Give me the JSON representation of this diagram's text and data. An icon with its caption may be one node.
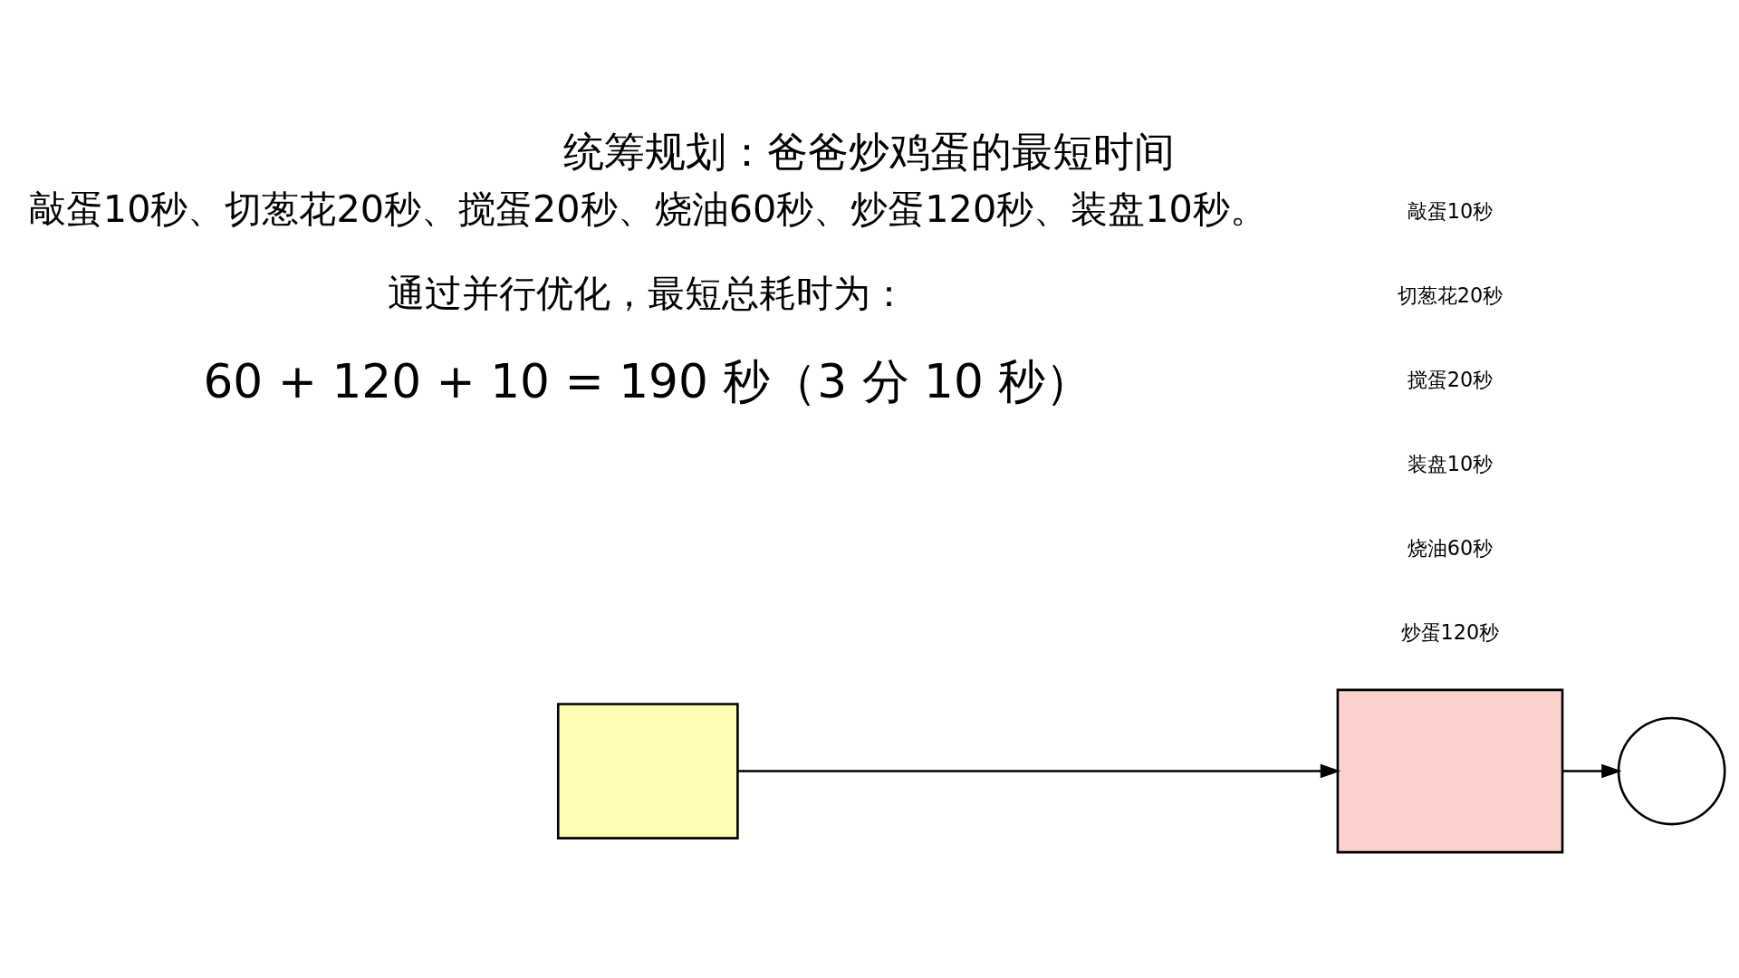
{
  "diagram": {
    "title": "统筹规划：爸爸炒鸡蛋的最短时间",
    "nodes": [
      {
        "text": [],
        "shape": "box"
      },
      {
        "text": [],
        "shape": "box"
      },
      {
        "text": [],
        "shape": "circle"
      }
    ],
    "edges": [
      {
        "from": 0,
        "to": 1,
        "arrow": "to"
      },
      {
        "from": 1,
        "to": 2,
        "arrow": "to"
      }
    ],
    "labels": [
      "敲蛋10秒、切葱花20秒、搅蛋20秒、烧油60秒、炒蛋120秒、装盘10秒。",
      "通过并行优化，最短总耗时为：",
      "60 + 120 + 10 = 190 秒（3 分 10 秒）",
      "敲蛋10秒",
      "切葱花20秒",
      "搅蛋20秒",
      "装盘10秒",
      "烧油60秒",
      "炒蛋120秒"
    ]
  }
}
